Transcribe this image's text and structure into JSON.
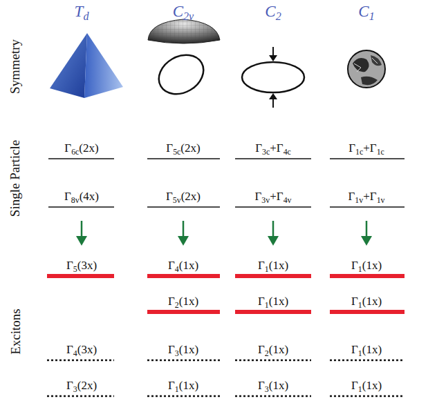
{
  "diagram": {
    "labels": [
      "Td",
      "C2v",
      "C2",
      "C1",
      "Symmetry",
      "Single Particle",
      "Γ6c(2x)",
      "Γ5c(2x)",
      "Γ3c+Γ4c",
      "Γ1c+Γ1c",
      "Γ8v(4x)",
      "Γ5v(2x)",
      "Γ3v+Γ4v",
      "Γ1v+Γ1v",
      "Excitons",
      "Γ5(3x)",
      "Γ4(1x)",
      "Γ1(1x)",
      "Γ1(1x)",
      "Γ2(1x)",
      "Γ1(1x)",
      "Γ1(1x)",
      "Γ4(3x)",
      "Γ3(1x)",
      "Γ2(1x)",
      "Γ1(1x)",
      "Γ3(2x)",
      "Γ1(1x)",
      "Γ3(1x)",
      "Γ1(1x)"
    ]
  }
}
